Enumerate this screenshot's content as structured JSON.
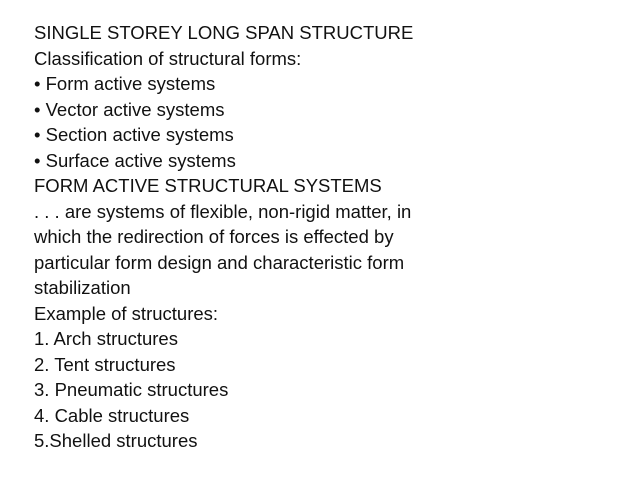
{
  "slide": {
    "lines": [
      "SINGLE STOREY LONG SPAN STRUCTURE",
      "Classification of structural forms:",
      "• Form active systems",
      "• Vector active systems",
      "• Section active systems",
      "• Surface active systems",
      "FORM ACTIVE STRUCTURAL SYSTEMS",
      ". . . are systems of flexible, non-rigid matter, in",
      "which the redirection of forces is effected by",
      "particular form design and characteristic form",
      "stabilization",
      "Example of structures:",
      "1. Arch structures",
      "2. Tent structures",
      "3. Pneumatic structures",
      "4. Cable structures",
      "5.Shelled structures"
    ]
  }
}
